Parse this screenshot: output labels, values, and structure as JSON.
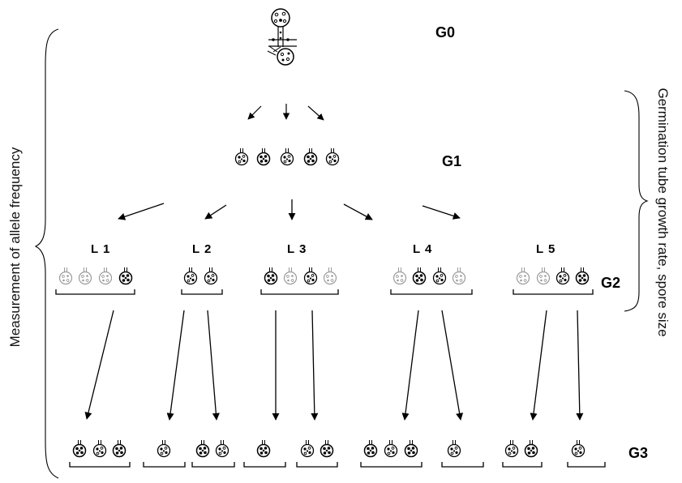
{
  "generations": {
    "g0": "G0",
    "g1": "G1",
    "g2": "G2",
    "g3": "G3"
  },
  "lines": [
    "L 1",
    "L 2",
    "L 3",
    "L 4",
    "L 5"
  ],
  "left_annotation": "Measurement of allele frequency",
  "right_annotation": "Germination tube growth rate, spore size",
  "colors": {
    "ink": "#000000",
    "faded": "#9a9a9a",
    "background": "#ffffff"
  },
  "icons": {
    "spore": "spore-icon",
    "arrow": "arrow-icon",
    "brace": "brace-icon",
    "bracket": "bracket-icon"
  }
}
